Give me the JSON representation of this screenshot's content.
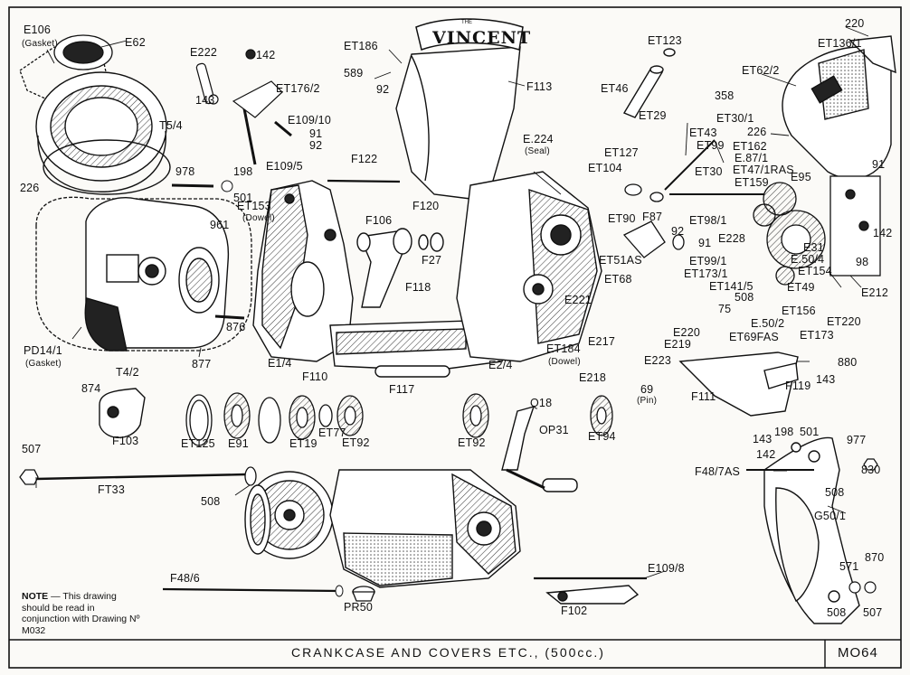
{
  "title": "CRANKCASE AND COVERS ETC., (500cc.)",
  "drawing_number": "MO64",
  "brand": {
    "the": "THE",
    "name": "VINCENT"
  },
  "note": {
    "lead": "NOTE",
    "body": " — This drawing should be read in conjunction with Drawing Nº M032"
  },
  "labels": {
    "e106": "E106",
    "gasket1": "(Gasket)",
    "e62": "E62",
    "t54": "T5/4",
    "n226a": "226",
    "n978": "978",
    "n198a": "198",
    "n501a": "501",
    "e222": "E222",
    "n142a": "142",
    "n143a": "143",
    "et1762": "ET176/2",
    "e10910": "E109/10",
    "et186": "ET186",
    "n589": "589",
    "n92a": "92",
    "f113": "F113",
    "et123": "ET123",
    "et46": "ET46",
    "et1361": "ET136/1",
    "n220": "220",
    "et622": "ET62/2",
    "n358": "358",
    "n226b": "226",
    "n91a": "91",
    "n92b": "92",
    "e1095": "E109/5",
    "f122": "F122",
    "et153": "ET153",
    "dowel1": "(Dowel)",
    "n961": "961",
    "e224": "E.224",
    "seal": "(Seal)",
    "et29": "ET29",
    "et43": "ET43",
    "et99": "ET99",
    "et127": "ET127",
    "et104": "ET104",
    "et301": "ET30/1",
    "et162": "ET162",
    "e871": "E.87/1",
    "et471ras": "ET47/1RAS",
    "e95": "E95",
    "et159": "ET159",
    "et30": "ET30",
    "n91b": "91",
    "f120": "F120",
    "f106": "F106",
    "f27": "F27",
    "f118": "F118",
    "et90": "ET90",
    "f87": "F87",
    "et981": "ET98/1",
    "e228": "E228",
    "n92c": "92",
    "n91c": "91",
    "n142b": "142",
    "et51as": "ET51AS",
    "et68": "ET68",
    "et991": "ET99/1",
    "et1731": "ET173/1",
    "e31": "E31",
    "e504": "E.50/4",
    "et154": "ET154",
    "n98": "98",
    "et1415": "ET141/5",
    "n508a": "508",
    "et49": "ET49",
    "e212": "E212",
    "pd141": "PD14/1",
    "gasket2": "(Gasket)",
    "n876": "876",
    "n877": "877",
    "t42": "T4/2",
    "e14": "E1/4",
    "e221": "E221",
    "n75": "75",
    "et156": "ET156",
    "e502": "E.50/2",
    "et69fas": "ET69FAS",
    "et173": "ET173",
    "et220": "ET220",
    "e220": "E220",
    "e219": "E219",
    "e217": "E217",
    "et184": "ET184",
    "dowel2": "(Dowel)",
    "e24": "E2/4",
    "f110": "F110",
    "f117": "F117",
    "e218": "E218",
    "e223": "E223",
    "n69": "69",
    "pin": "(Pin)",
    "f111": "F111",
    "f119": "F119",
    "n143b": "143",
    "n880": "880",
    "n874": "874",
    "f103": "F103",
    "et125": "ET125",
    "e91": "E91",
    "et19": "ET19",
    "et77": "ET77",
    "et92a": "ET92",
    "et92b": "ET92",
    "q18": "Q18",
    "op31": "OP31",
    "et94": "ET94",
    "n507a": "507",
    "ft33": "FT33",
    "n508b": "508",
    "n143c": "143",
    "n198b": "198",
    "n501b": "501",
    "n977": "977",
    "n142c": "142",
    "f487as": "F48/7AS",
    "n830": "830",
    "n508c": "508",
    "g501": "G50/1",
    "f486": "F48/6",
    "e1098": "E109/8",
    "f102": "F102",
    "pr50": "PR50",
    "n571": "571",
    "n870": "870",
    "n508d": "508",
    "n507b": "507"
  }
}
